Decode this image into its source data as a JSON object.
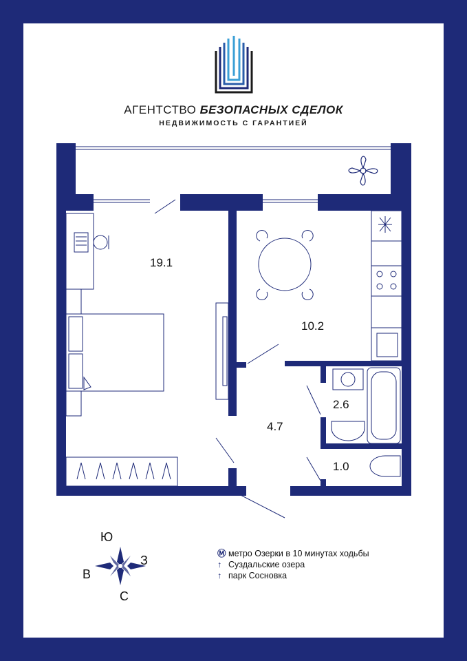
{
  "agency": {
    "name_regular": "АГЕНТСТВО",
    "name_bold": "БЕЗОПАСНЫХ СДЕЛОК",
    "tagline": "НЕДВИЖИМОСТЬ С ГАРАНТИЕЙ"
  },
  "rooms": [
    {
      "id": "bedroom",
      "area": "19.1"
    },
    {
      "id": "kitchen",
      "area": "10.2"
    },
    {
      "id": "hallway",
      "area": "4.7"
    },
    {
      "id": "bathroom",
      "area": "2.6"
    },
    {
      "id": "toilet",
      "area": "1.0"
    }
  ],
  "compass": {
    "north": "Ю",
    "east": "З",
    "south": "С",
    "west": "В"
  },
  "notes": [
    {
      "icon": "metro-icon",
      "glyph": "Ⓜ",
      "text": "метро Озерки в 10 минутах ходьбы"
    },
    {
      "icon": "arrow-up-icon",
      "glyph": "↑",
      "text": "Суздальские озера"
    },
    {
      "icon": "arrow-up-icon",
      "glyph": "↑",
      "text": "парк Сосновка"
    }
  ],
  "colors": {
    "frame": "#1e2a78",
    "wall": "#1e2a78",
    "background": "#ffffff",
    "logo_accent": "#3b9fd6"
  }
}
